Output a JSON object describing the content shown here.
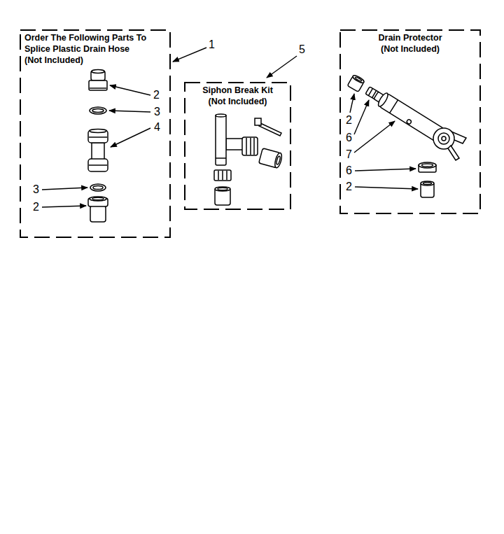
{
  "diagram": {
    "nodes": [
      {
        "text": [
          "Order The Following Parts To Splice Plastic Drain Hose",
          "(Not Included)"
        ]
      },
      {
        "text": [
          "Siphon Break Kit",
          "(Not Included)"
        ]
      },
      {
        "text": [
          "Drain Protector",
          "(Not Included)"
        ]
      }
    ],
    "labels": [
      "1",
      "2",
      "3",
      "4",
      "3",
      "2",
      "5",
      "2",
      "6",
      "7",
      "6",
      "2"
    ]
  }
}
